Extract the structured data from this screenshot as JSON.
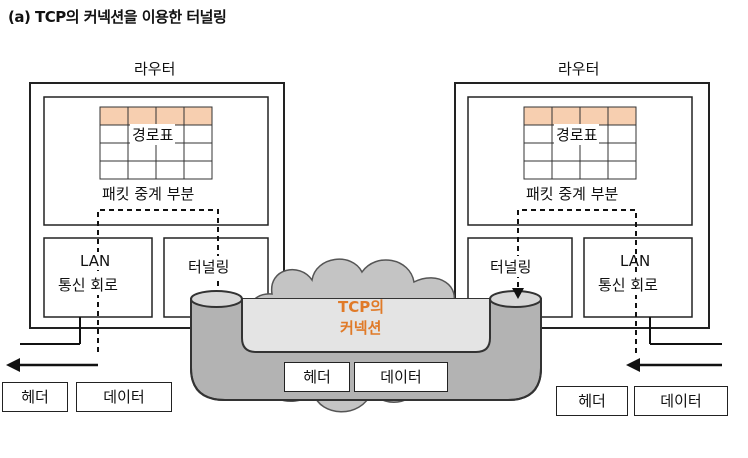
{
  "title": "(a) TCP의 커넥션을 이용한 터널링",
  "left_router": {
    "name": "라우터",
    "table_label": "경로표",
    "forwarding_label": "패킷 중계 부분",
    "lan_label_line1": "LAN",
    "lan_label_line2": "통신 회로",
    "tunnel_label": "터널링"
  },
  "right_router": {
    "name": "라우터",
    "table_label": "경로표",
    "forwarding_label": "패킷 중계 부분",
    "lan_label_line1": "LAN",
    "lan_label_line2": "통신 회로",
    "tunnel_label": "터널링"
  },
  "cloud": {
    "line1": "TCP의",
    "line2": "커넥션"
  },
  "pipe_packet": {
    "header": "헤더",
    "data": "데이터"
  },
  "left_packet": {
    "header": "헤더",
    "data": "데이터"
  },
  "right_packet": {
    "header": "헤더",
    "data": "데이터"
  },
  "colors": {
    "pipe": "#b7b7b7",
    "cloud": "#c4c4c4",
    "table_header": "#f7cfb0",
    "cloud_text": "#e07a28"
  }
}
